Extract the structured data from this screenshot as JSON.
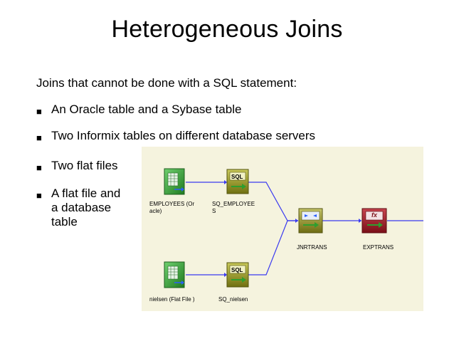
{
  "slide": {
    "title": "Heterogeneous Joins",
    "intro": "Joins that cannot be done with a SQL statement:",
    "bullets": [
      "An Oracle table and a Sybase table",
      "Two Informix tables on different database servers",
      "Two flat files",
      "A flat file and a database table"
    ]
  },
  "diagram": {
    "nodes": {
      "employees_source": "EMPLOYEES (Or acle)",
      "employees_label_line1": "EMPLOYEES (Or",
      "employees_label_line2": "acle)",
      "sq_employees_line1": "SQ_EMPLOYEE",
      "sq_employees_line2": "S",
      "jnrtrans": "JNRTRANS",
      "exptrans": "EXPTRANS",
      "nielsen_source": "nielsen (Flat File )",
      "sq_nielsen": "SQ_nielsen",
      "sql_badge": "SQL",
      "fx_badge": "fx"
    },
    "colors": {
      "background": "#f5f3de",
      "source_green": "#3c9a3c",
      "sq_olive": "#8a8a1a",
      "joiner_olive": "#8c8a22",
      "expr_red": "#9b1c26",
      "link_blue": "#3a3af0"
    }
  }
}
